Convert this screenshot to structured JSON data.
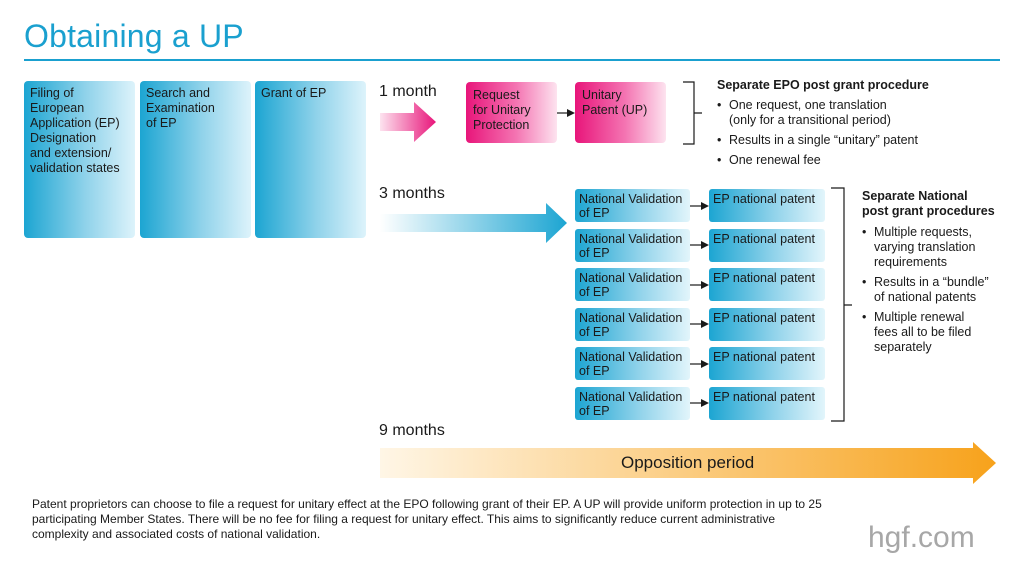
{
  "title": "Obtaining a UP",
  "stages": [
    {
      "label": "Filing of European\nApplication (EP)\nDesignation\nand extension/\nvalidation states"
    },
    {
      "label": "Search and\nExamination\nof EP"
    },
    {
      "label": "Grant of EP"
    }
  ],
  "timeline": {
    "one_month": "1 month",
    "three_months": "3 months",
    "nine_months": "9 months"
  },
  "unitary_path": {
    "request": "Request\nfor Unitary\nProtection",
    "patent": "Unitary\nPatent (UP)"
  },
  "national_path": {
    "rows": [
      {
        "validation": "National Validation\nof EP",
        "patent": "EP national patent"
      },
      {
        "validation": "National Validation\nof EP",
        "patent": "EP national patent"
      },
      {
        "validation": "National Validation\nof EP",
        "patent": "EP national patent"
      },
      {
        "validation": "National Validation\nof EP",
        "patent": "EP national patent"
      },
      {
        "validation": "National Validation\nof EP",
        "patent": "EP national patent"
      },
      {
        "validation": "National Validation\nof EP",
        "patent": "EP national patent"
      }
    ]
  },
  "epo_procedure": {
    "heading": "Separate EPO post grant procedure",
    "bullets": [
      "One request, one translation\n(only for a transitional period)",
      "Results in a single “unitary” patent",
      "One renewal fee"
    ]
  },
  "national_procedure": {
    "heading": "Separate National\npost grant procedures",
    "bullets": [
      "Multiple requests,\nvarying translation\nrequirements",
      "Results in a “bundle”\nof national patents",
      "Multiple renewal\nfees all to be filed\nseparately"
    ]
  },
  "opposition": {
    "label": "Opposition period"
  },
  "footer": "Patent proprietors can choose to file a request for unitary effect at the EPO following grant of their EP.  A UP will provide uniform protection in up to 25 participating Member States. There will be no fee for filing a request for unitary effect. This aims to significantly reduce current administrative complexity and associated costs of national validation.",
  "brand": "hgf.com",
  "colors": {
    "accent_blue": "#1aa0cf",
    "accent_pink": "#e8157a",
    "accent_orange": "#f7a21b"
  }
}
